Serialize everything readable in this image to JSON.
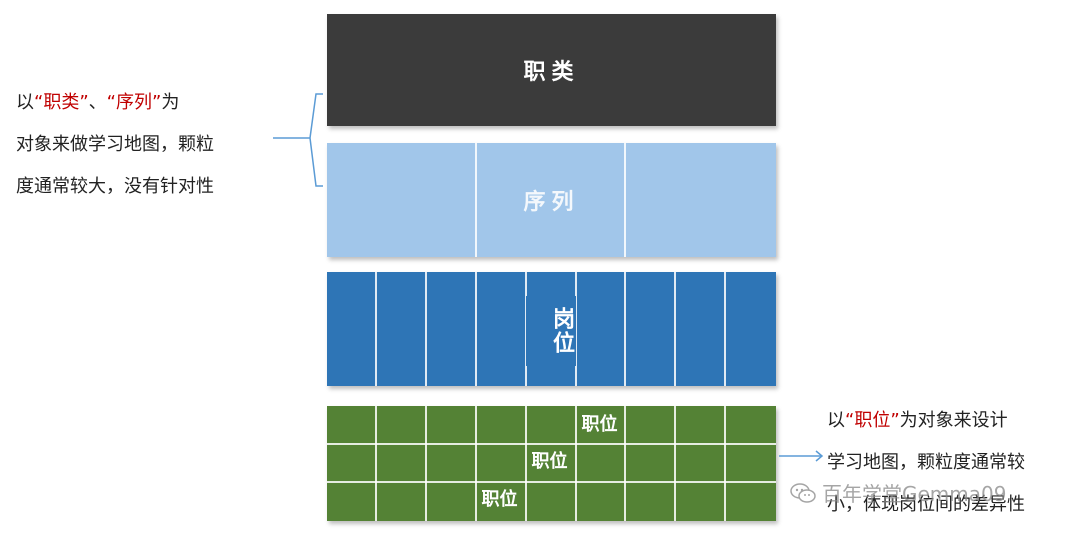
{
  "layers": [
    {
      "label": "职类",
      "color": "#3b3b3b"
    },
    {
      "label": "序列",
      "color": "#a1c6ea"
    },
    {
      "label": "岗位",
      "color": "#2e75b6"
    },
    {
      "label": "",
      "color": "#548235"
    }
  ],
  "grid_cells": [
    "职位",
    "职位",
    "职位"
  ],
  "note_left": {
    "line1_prefix": "以",
    "line1_q1": "“职类”",
    "line1_sep": "、",
    "line1_q2": "“序列”",
    "line1_suffix": "为",
    "line2": "对象来做学习地图，颗粒",
    "line3": "度通常较大，没有针对性"
  },
  "note_right": {
    "line1_prefix": "以",
    "line1_q": "“职位”",
    "line1_suffix": "为对象来设计",
    "line2": "学习地图，颗粒度通常较",
    "line3": "小，体现岗位间的差异性"
  },
  "watermark": "百年学堂Gemma09"
}
